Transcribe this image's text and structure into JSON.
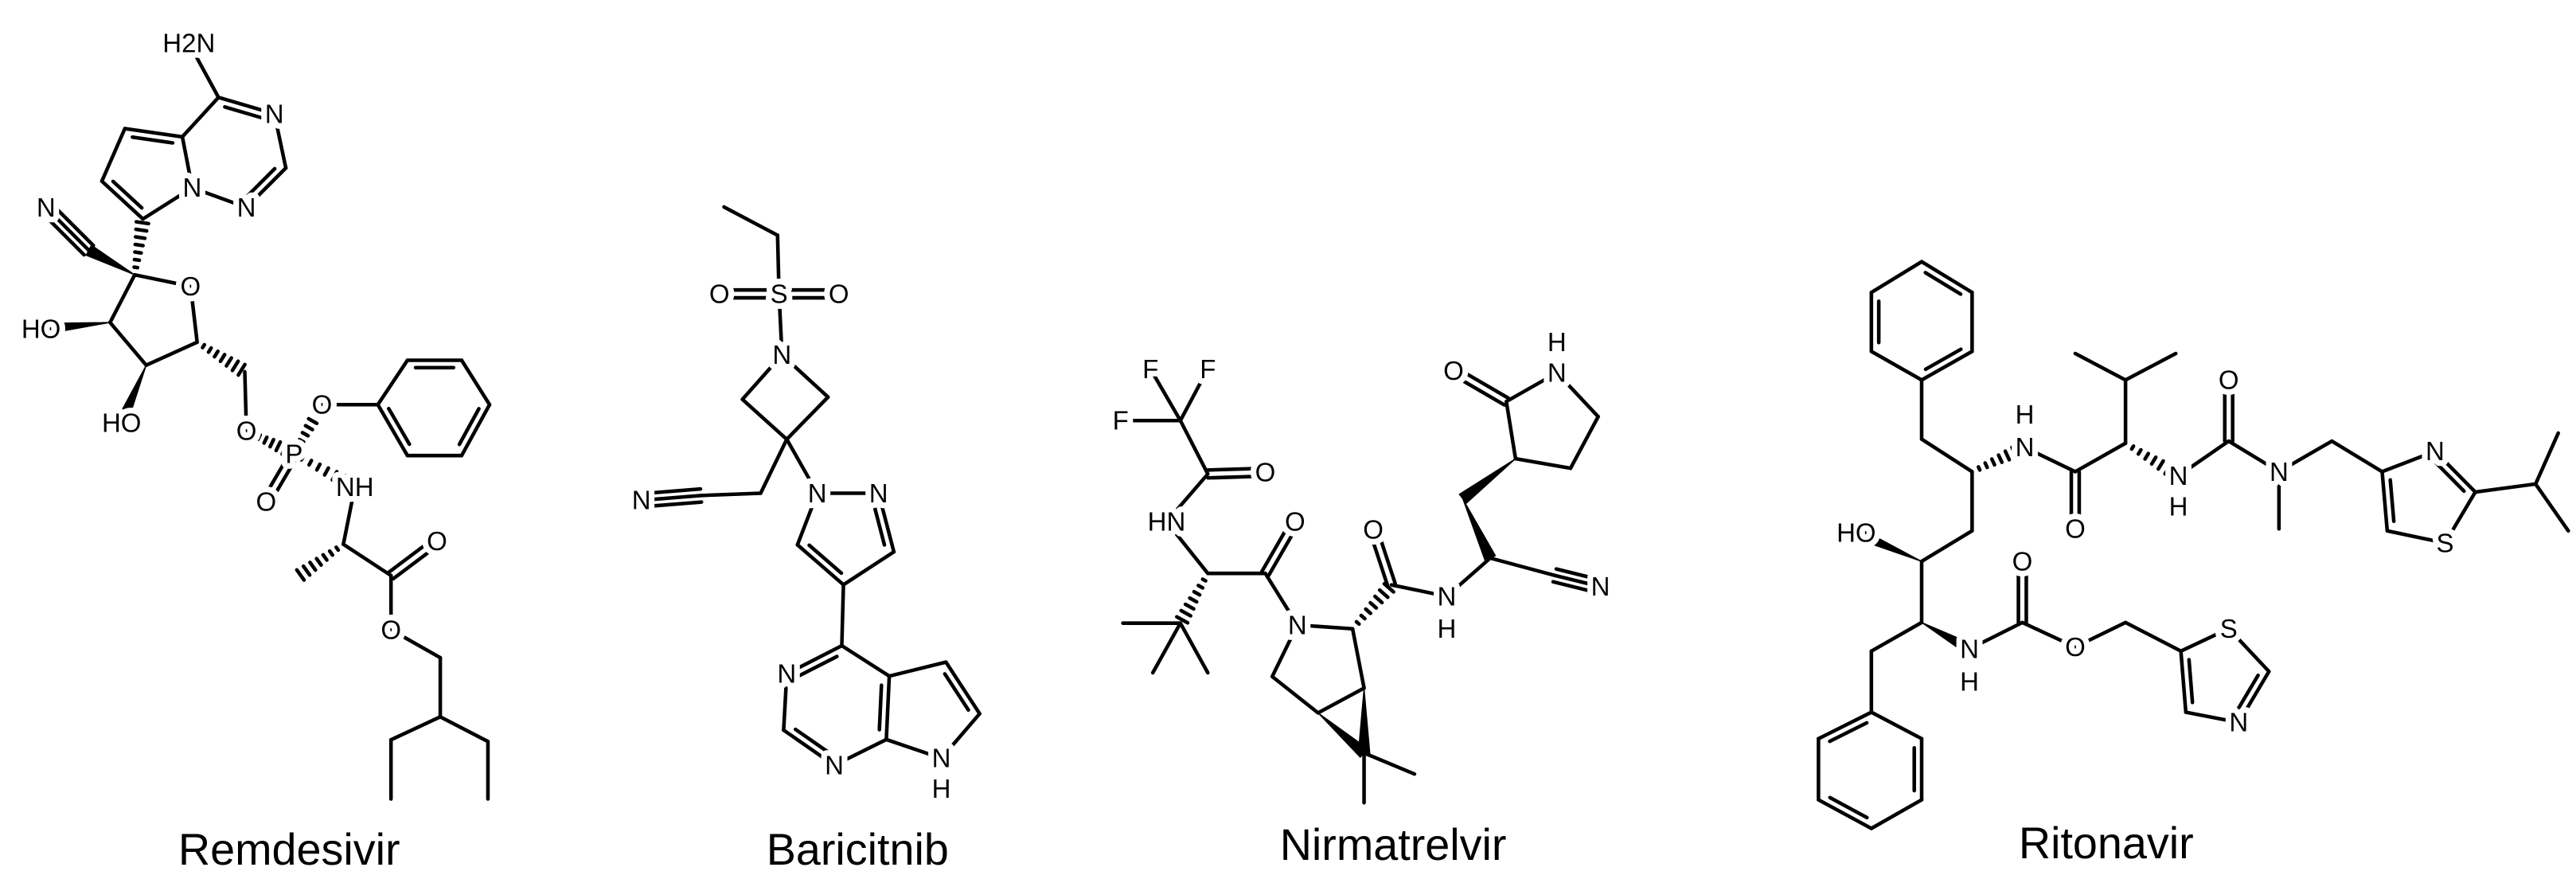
{
  "molecules": [
    {
      "name": "Remdesivir",
      "atoms": [
        "H2N",
        "N",
        "N",
        "N",
        "N",
        "O",
        "HO",
        "HO",
        "O",
        "P",
        "O",
        "O",
        "NH",
        "O",
        "O"
      ]
    },
    {
      "name": "Baricitnib",
      "atoms": [
        "O",
        "S",
        "O",
        "N",
        "N",
        "N",
        "N",
        "N",
        "N",
        "N",
        "H"
      ]
    },
    {
      "name": "Nirmatrelvir",
      "atoms": [
        "F",
        "F",
        "F",
        "O",
        "HN",
        "O",
        "N",
        "O",
        "N",
        "H",
        "N",
        "O",
        "N",
        "H"
      ]
    },
    {
      "name": "Ritonavir",
      "atoms": [
        "N",
        "H",
        "HO",
        "N",
        "H",
        "O",
        "O",
        "S",
        "N",
        "O",
        "N",
        "H",
        "O",
        "N",
        "N",
        "S"
      ]
    }
  ],
  "colors": {
    "ink": "#000000",
    "background": "#ffffff"
  }
}
